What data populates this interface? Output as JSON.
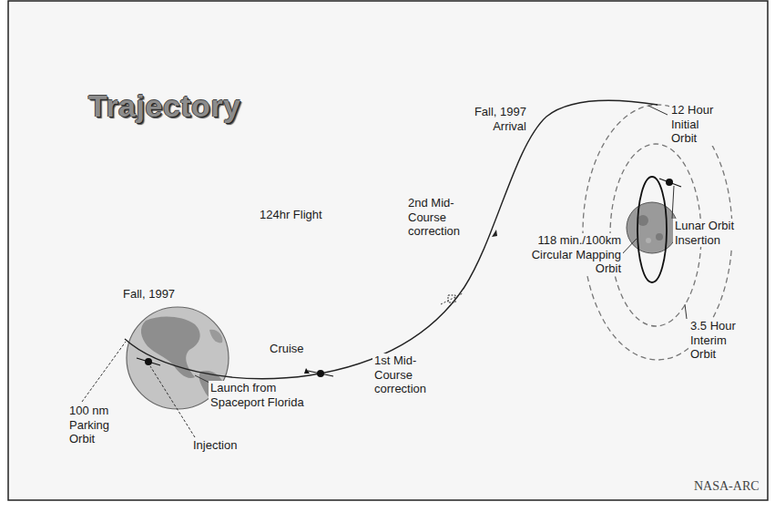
{
  "diagram": {
    "title": "Trajectory",
    "labels": [
      "Fall, 1997",
      "100 nm Parking Orbit",
      "Injection",
      "Launch from Spaceport Florida",
      "Cruise",
      "1st Mid-Course correction",
      "124hr Flight",
      "2nd Mid-Course correction",
      "Fall, 1997 Arrival",
      "12 Hour Initial Orbit",
      "Lunar Orbit Insertion",
      "118 min./100km Circular Mapping Orbit",
      "3.5 Hour Interim Orbit",
      "NASA-ARC"
    ]
  }
}
